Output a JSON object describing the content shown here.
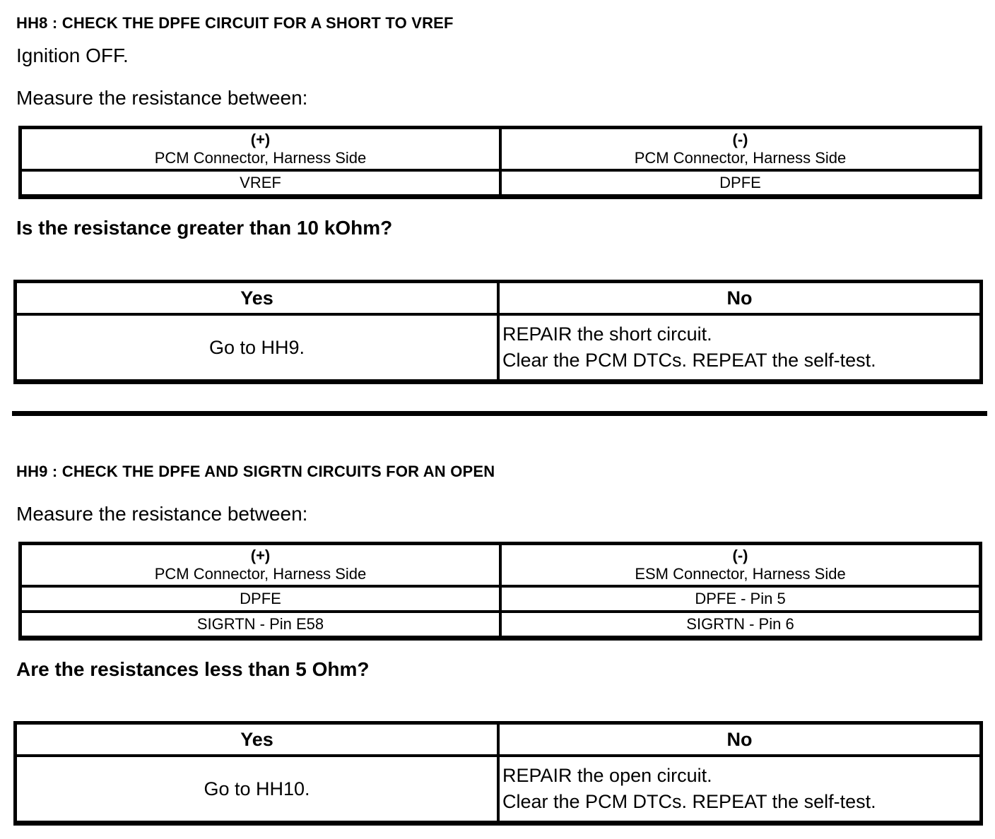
{
  "page": {
    "background": "#ffffff",
    "text_color": "#000000",
    "border_color": "#000000"
  },
  "sections": [
    {
      "id": "HH8",
      "title": "HH8 : CHECK THE DPFE CIRCUIT FOR A SHORT TO VREF",
      "pre_instruction": "Ignition OFF.",
      "instruction": "Measure the resistance between:",
      "measurement_table": {
        "positive_header": {
          "polarity": "(+)",
          "connector": "PCM Connector, Harness Side"
        },
        "negative_header": {
          "polarity": "(-)",
          "connector": "PCM Connector, Harness Side"
        },
        "rows": [
          [
            "VREF",
            "DPFE"
          ]
        ]
      },
      "question": "Is the resistance greater than 10 kOhm?",
      "decision_table": {
        "yes_label": "Yes",
        "no_label": "No",
        "yes_action": "Go to HH9.",
        "no_action_lines": [
          "REPAIR the short circuit.",
          "Clear the PCM DTCs. REPEAT the self-test."
        ]
      }
    },
    {
      "id": "HH9",
      "title": "HH9 : CHECK THE DPFE AND SIGRTN CIRCUITS FOR AN OPEN",
      "instruction": "Measure the resistance between:",
      "measurement_table": {
        "positive_header": {
          "polarity": "(+)",
          "connector": "PCM Connector, Harness Side"
        },
        "negative_header": {
          "polarity": "(-)",
          "connector": "ESM Connector, Harness Side"
        },
        "rows": [
          [
            "DPFE",
            "DPFE - Pin 5"
          ],
          [
            "SIGRTN - Pin E58",
            "SIGRTN - Pin 6"
          ]
        ]
      },
      "question": "Are the resistances less than 5 Ohm?",
      "decision_table": {
        "yes_label": "Yes",
        "no_label": "No",
        "yes_action": "Go to HH10.",
        "no_action_lines": [
          "REPAIR the open circuit.",
          "Clear the PCM DTCs. REPEAT the self-test."
        ]
      }
    }
  ]
}
